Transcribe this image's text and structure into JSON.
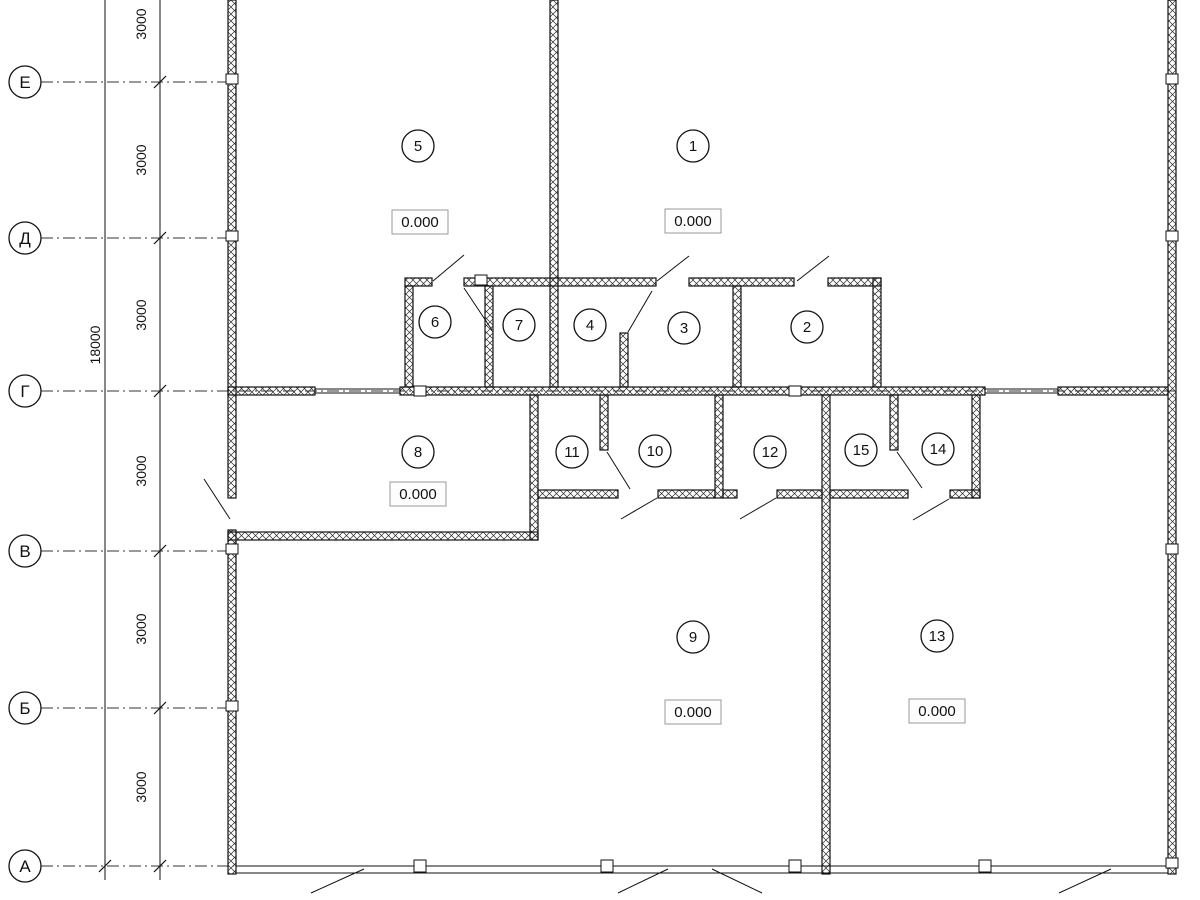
{
  "axis_letters": [
    "Е",
    "Д",
    "Г",
    "В",
    "Б",
    "А"
  ],
  "dimensions": {
    "segments": [
      "3000",
      "3000",
      "3000",
      "3000",
      "3000",
      "3000"
    ],
    "total": "18000"
  },
  "rooms": [
    "1",
    "2",
    "3",
    "4",
    "5",
    "6",
    "7",
    "8",
    "9",
    "10",
    "11",
    "12",
    "13",
    "14",
    "15"
  ],
  "elevation_marks": [
    {
      "room": "5",
      "value": "0.000"
    },
    {
      "room": "1",
      "value": "0.000"
    },
    {
      "room": "8",
      "value": "0.000"
    },
    {
      "room": "9",
      "value": "0.000"
    },
    {
      "room": "13",
      "value": "0.000"
    }
  ]
}
